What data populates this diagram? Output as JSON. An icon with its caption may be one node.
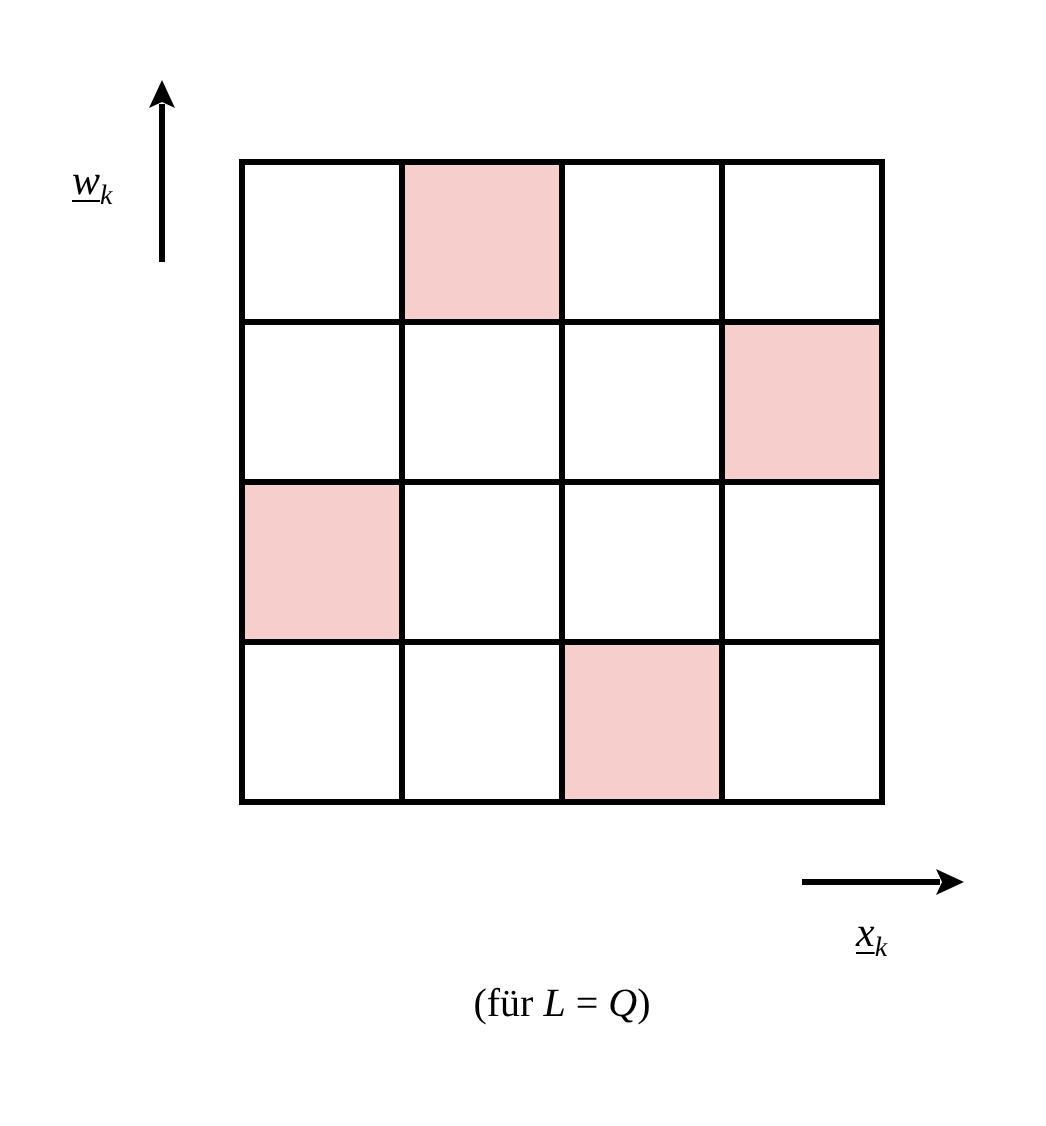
{
  "diagram": {
    "caption": "(für *L* = *Q*)",
    "labels": [
      "w$_{k}$",
      "x$_{k}$"
    ]
  }
}
